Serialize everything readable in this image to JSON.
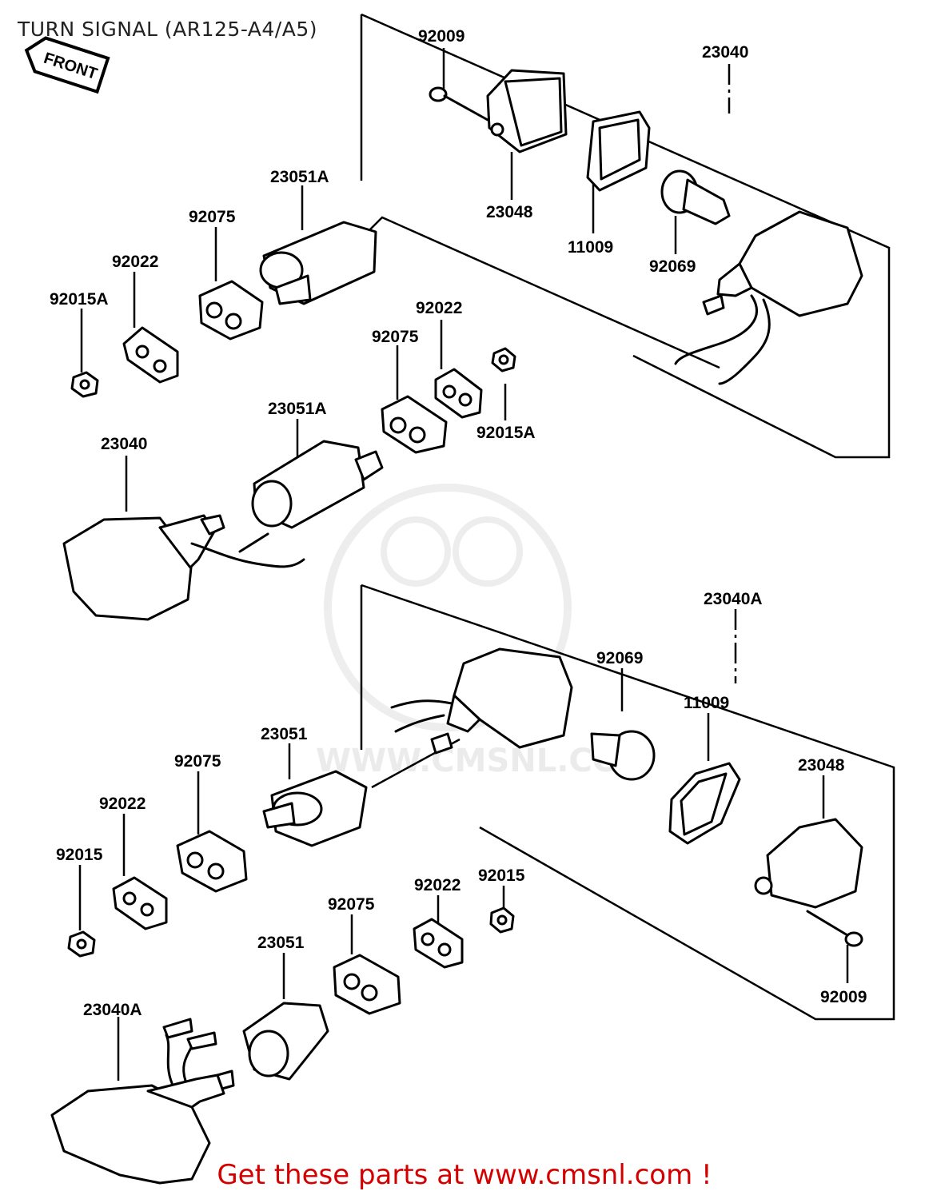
{
  "header": {
    "title": "TURN SIGNAL (AR125-A4/A5)"
  },
  "front_marker": {
    "label": "FRONT"
  },
  "watermark": {
    "text": "WWW.CMSNL.COM"
  },
  "footer": {
    "text": "Get these parts at www.cmsnl.com !"
  },
  "parts": {
    "p01": "92009",
    "p02": "23040",
    "p03": "23048",
    "p04": "11009",
    "p05": "92069",
    "p06": "23051A",
    "p07": "92075",
    "p08": "92022",
    "p09": "92015A",
    "p10": "92022",
    "p11": "92075",
    "p12": "23051A",
    "p13": "92015A",
    "p14": "23040",
    "p15": "23040A",
    "p16": "92069",
    "p17": "11009",
    "p18": "23051",
    "p19": "23048",
    "p20": "92075",
    "p21": "92022",
    "p22": "92015",
    "p23": "92075",
    "p24": "92022",
    "p25": "92015",
    "p26": "23051",
    "p27": "92009",
    "p28": "23040A"
  }
}
